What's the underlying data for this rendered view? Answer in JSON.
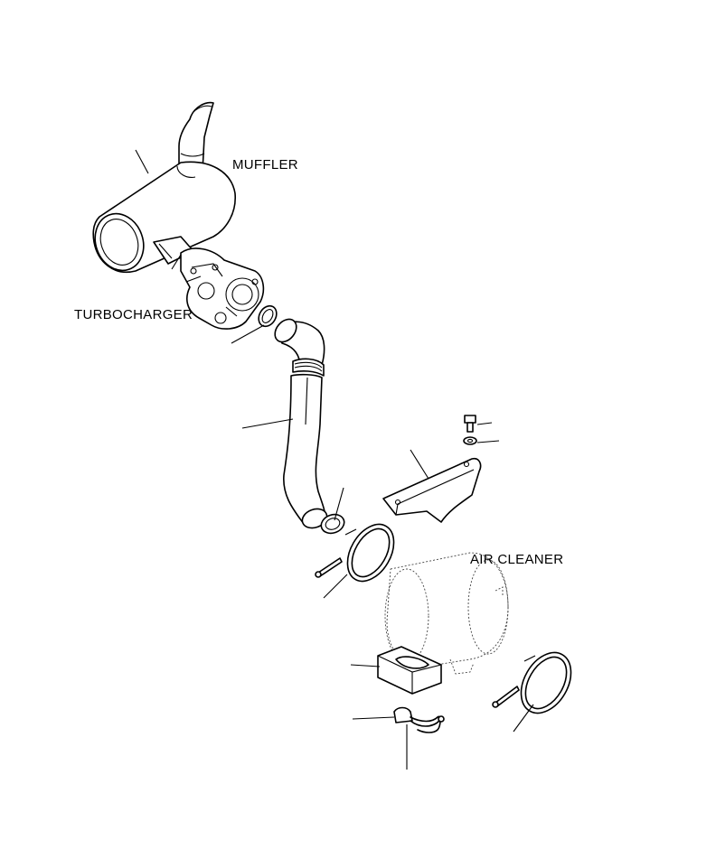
{
  "labels": {
    "muffler": "MUFFLER",
    "turbocharger": "TURBOCHARGER",
    "air_cleaner": "AIR CLEANER"
  }
}
